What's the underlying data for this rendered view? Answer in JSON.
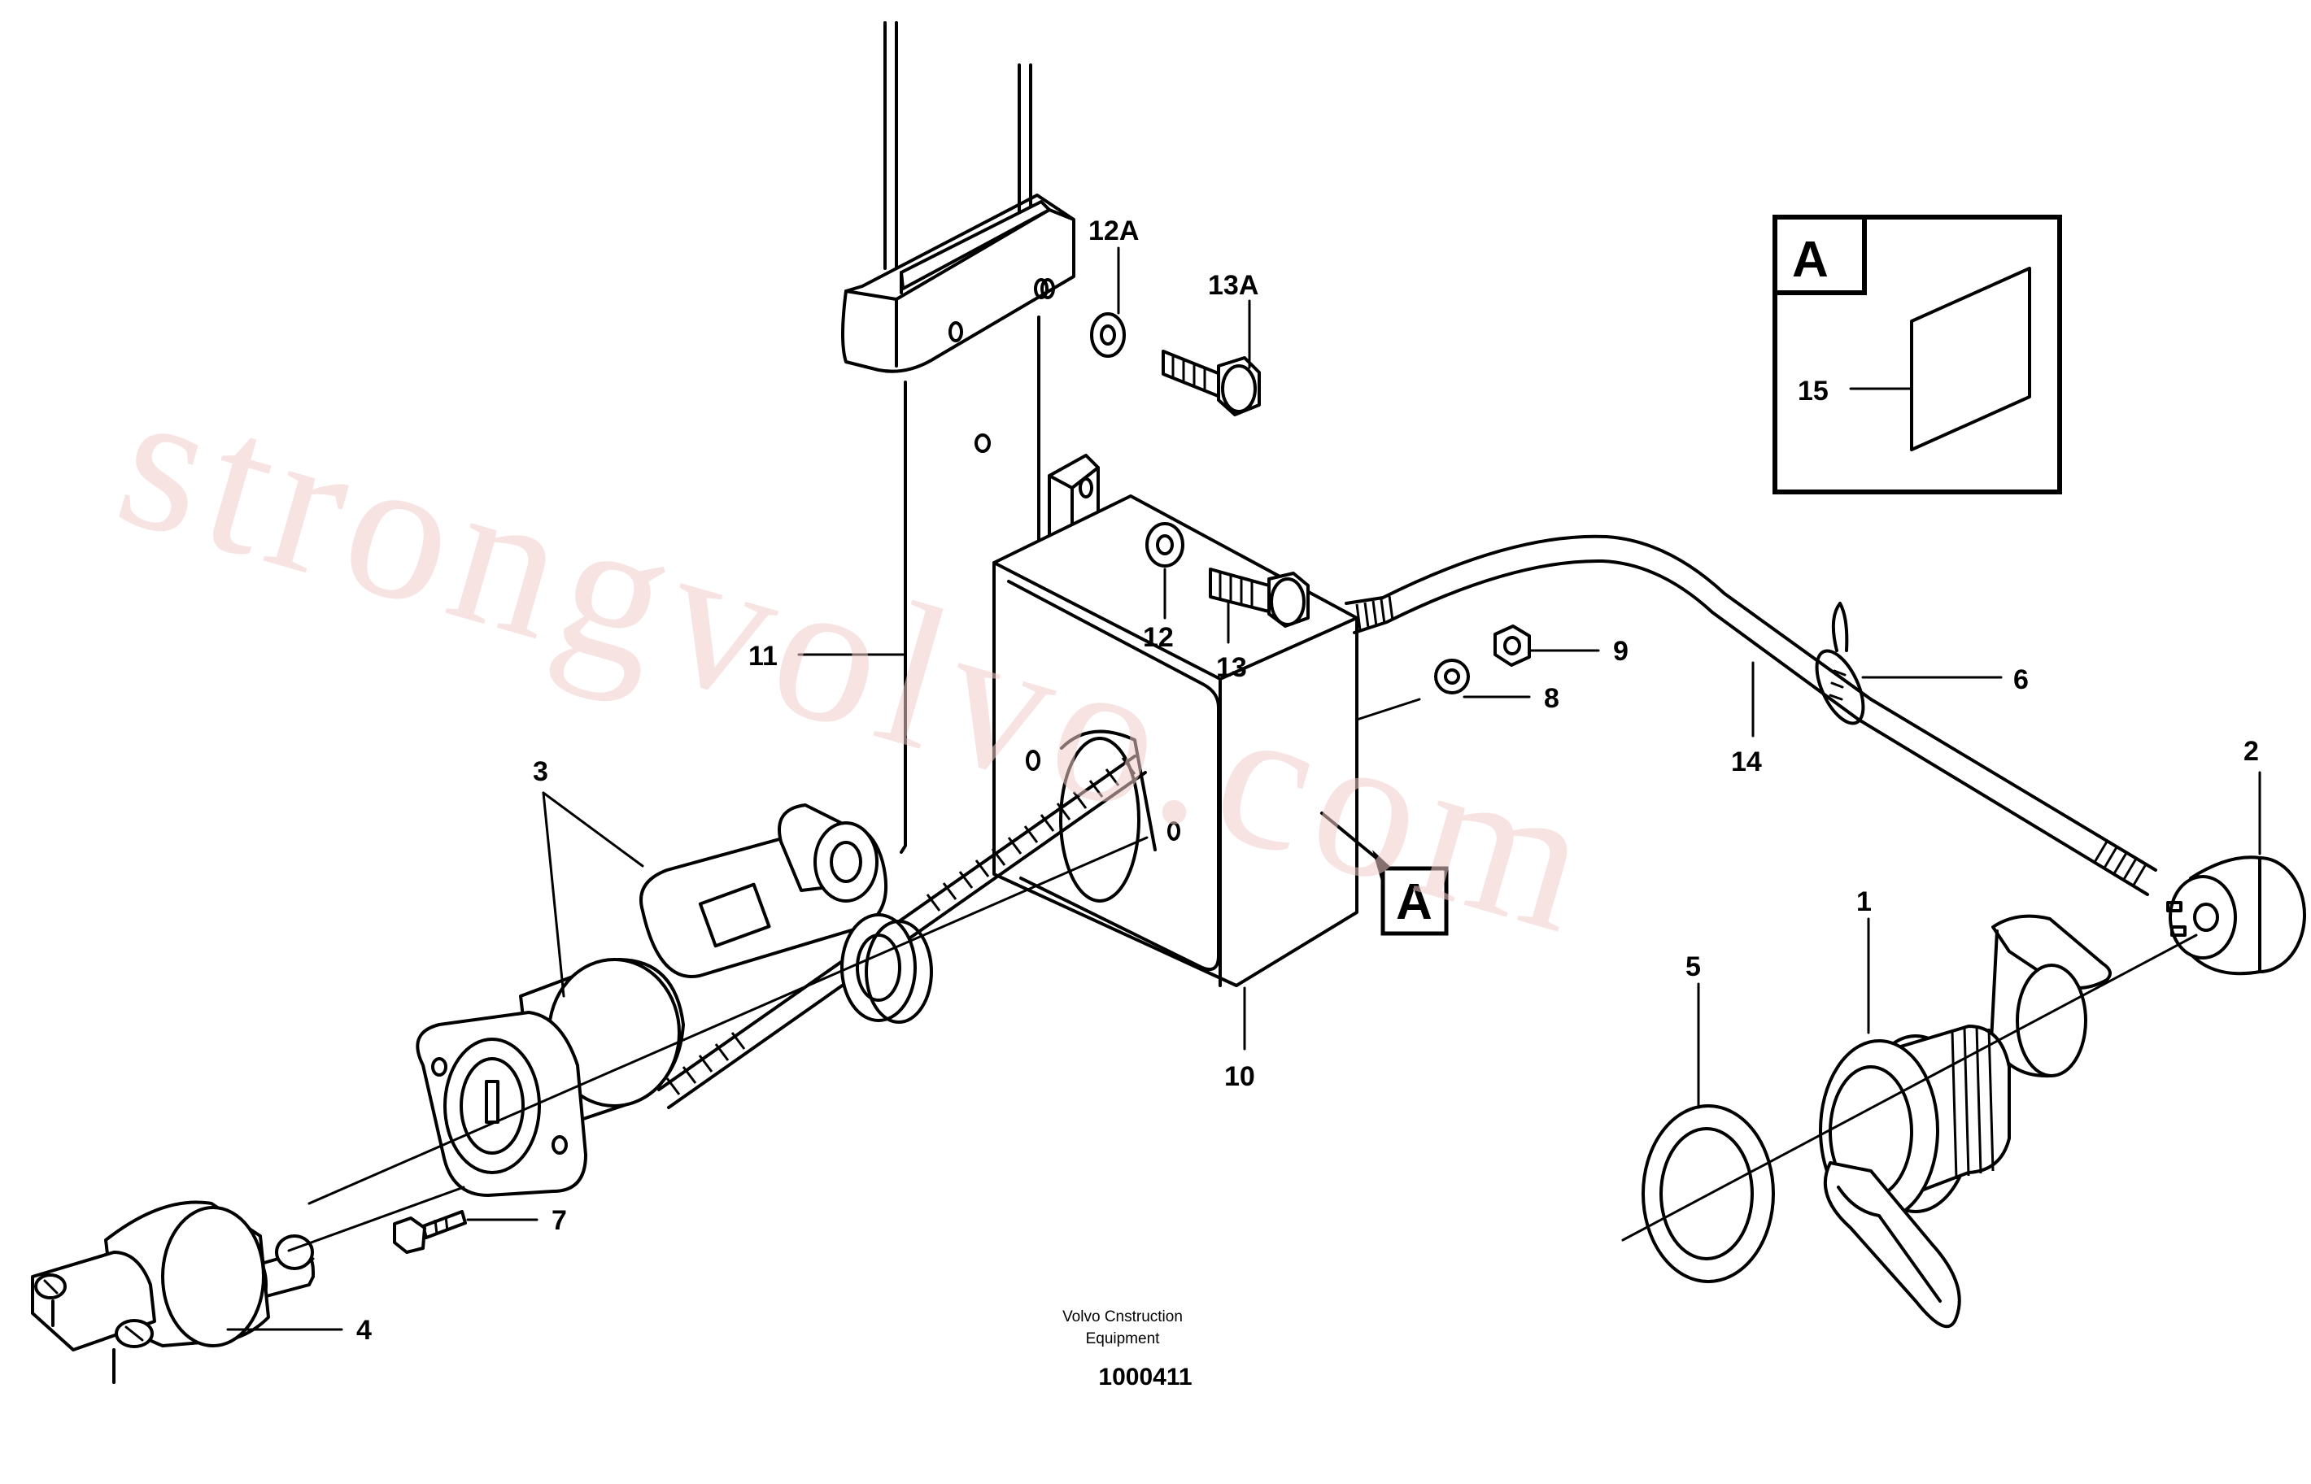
{
  "diagram": {
    "callouts": {
      "c1": "1",
      "c2": "2",
      "c3": "3",
      "c4": "4",
      "c5": "5",
      "c6": "6",
      "c7": "7",
      "c8": "8",
      "c9": "9",
      "c10": "10",
      "c11": "11",
      "c12": "12",
      "c12a": "12A",
      "c13": "13",
      "c13a": "13A",
      "c14": "14",
      "c15": "15"
    },
    "detail_ref": "A",
    "detail_box_letter": "A",
    "footer_line1": "Volvo Cnstruction",
    "footer_line2": "Equipment",
    "drawing_number": "1000411",
    "watermark": "strongvolvo.com"
  }
}
